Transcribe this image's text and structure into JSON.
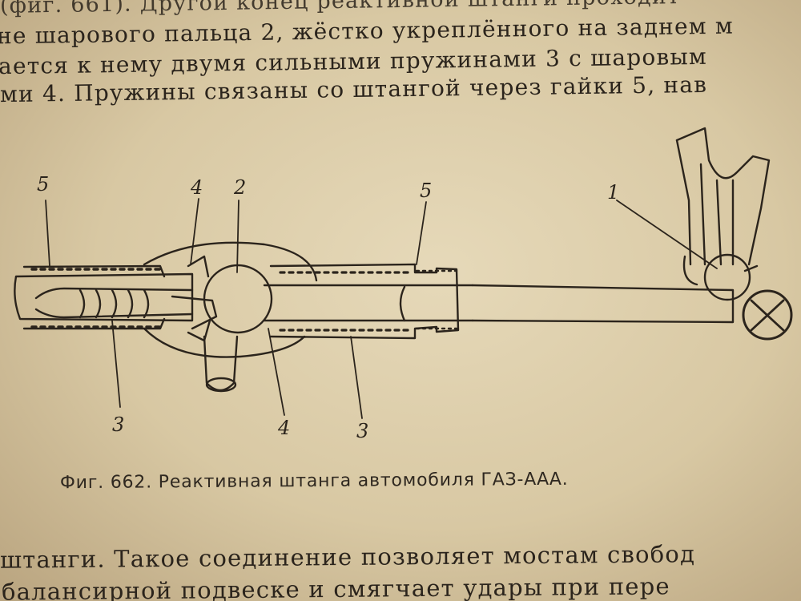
{
  "text_top": {
    "line_1": "(фиг. 661). Другой конец реактивной штанги проходит",
    "line_2": "не шарового пальца 2, жёстко укреплённого на заднем м",
    "line_3": "ается к нему двумя сильными пружинами 3 с шаровым",
    "line_4": "ми 4. Пружины связаны со штангой через гайки 5, нав"
  },
  "figure": {
    "callouts": {
      "label_5_left": "5",
      "label_4_top": "4",
      "label_2": "2",
      "label_5_right": "5",
      "label_1": "1",
      "label_3_left": "3",
      "label_4_bottom": "4",
      "label_3_right": "3"
    },
    "caption": "Фиг. 662. Реактивная штанга автомобиля ГАЗ-ААА."
  },
  "text_bottom": {
    "line_5": "штанги. Такое соединение позволяет мостам свобод",
    "line_6": "балансирной подвеске и смягчает удары при пере"
  }
}
